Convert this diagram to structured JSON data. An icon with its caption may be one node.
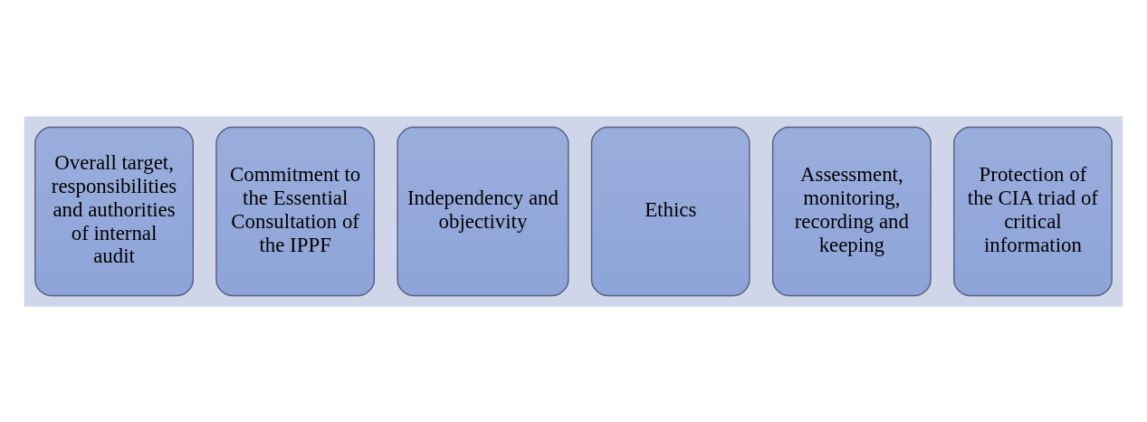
{
  "diagram": {
    "nodes": [
      {
        "text": [],
        "shape": "arrow"
      },
      {
        "text": [
          "Overall target, responsibilities and authorities of internal audit"
        ],
        "in": 0
      },
      {
        "text": [
          "Commitment to the Essential Consultation of the IPPF"
        ],
        "in": 0
      },
      {
        "text": [
          "Independency and objectivity"
        ],
        "in": 0
      },
      {
        "text": [
          "Ethics"
        ],
        "in": 0
      },
      {
        "text": [
          "Assessment, monitoring, recording and keeping"
        ],
        "in": 0
      },
      {
        "text": [
          "Protection of the CIA triad of critical information"
        ],
        "in": 0
      }
    ],
    "edges": []
  }
}
